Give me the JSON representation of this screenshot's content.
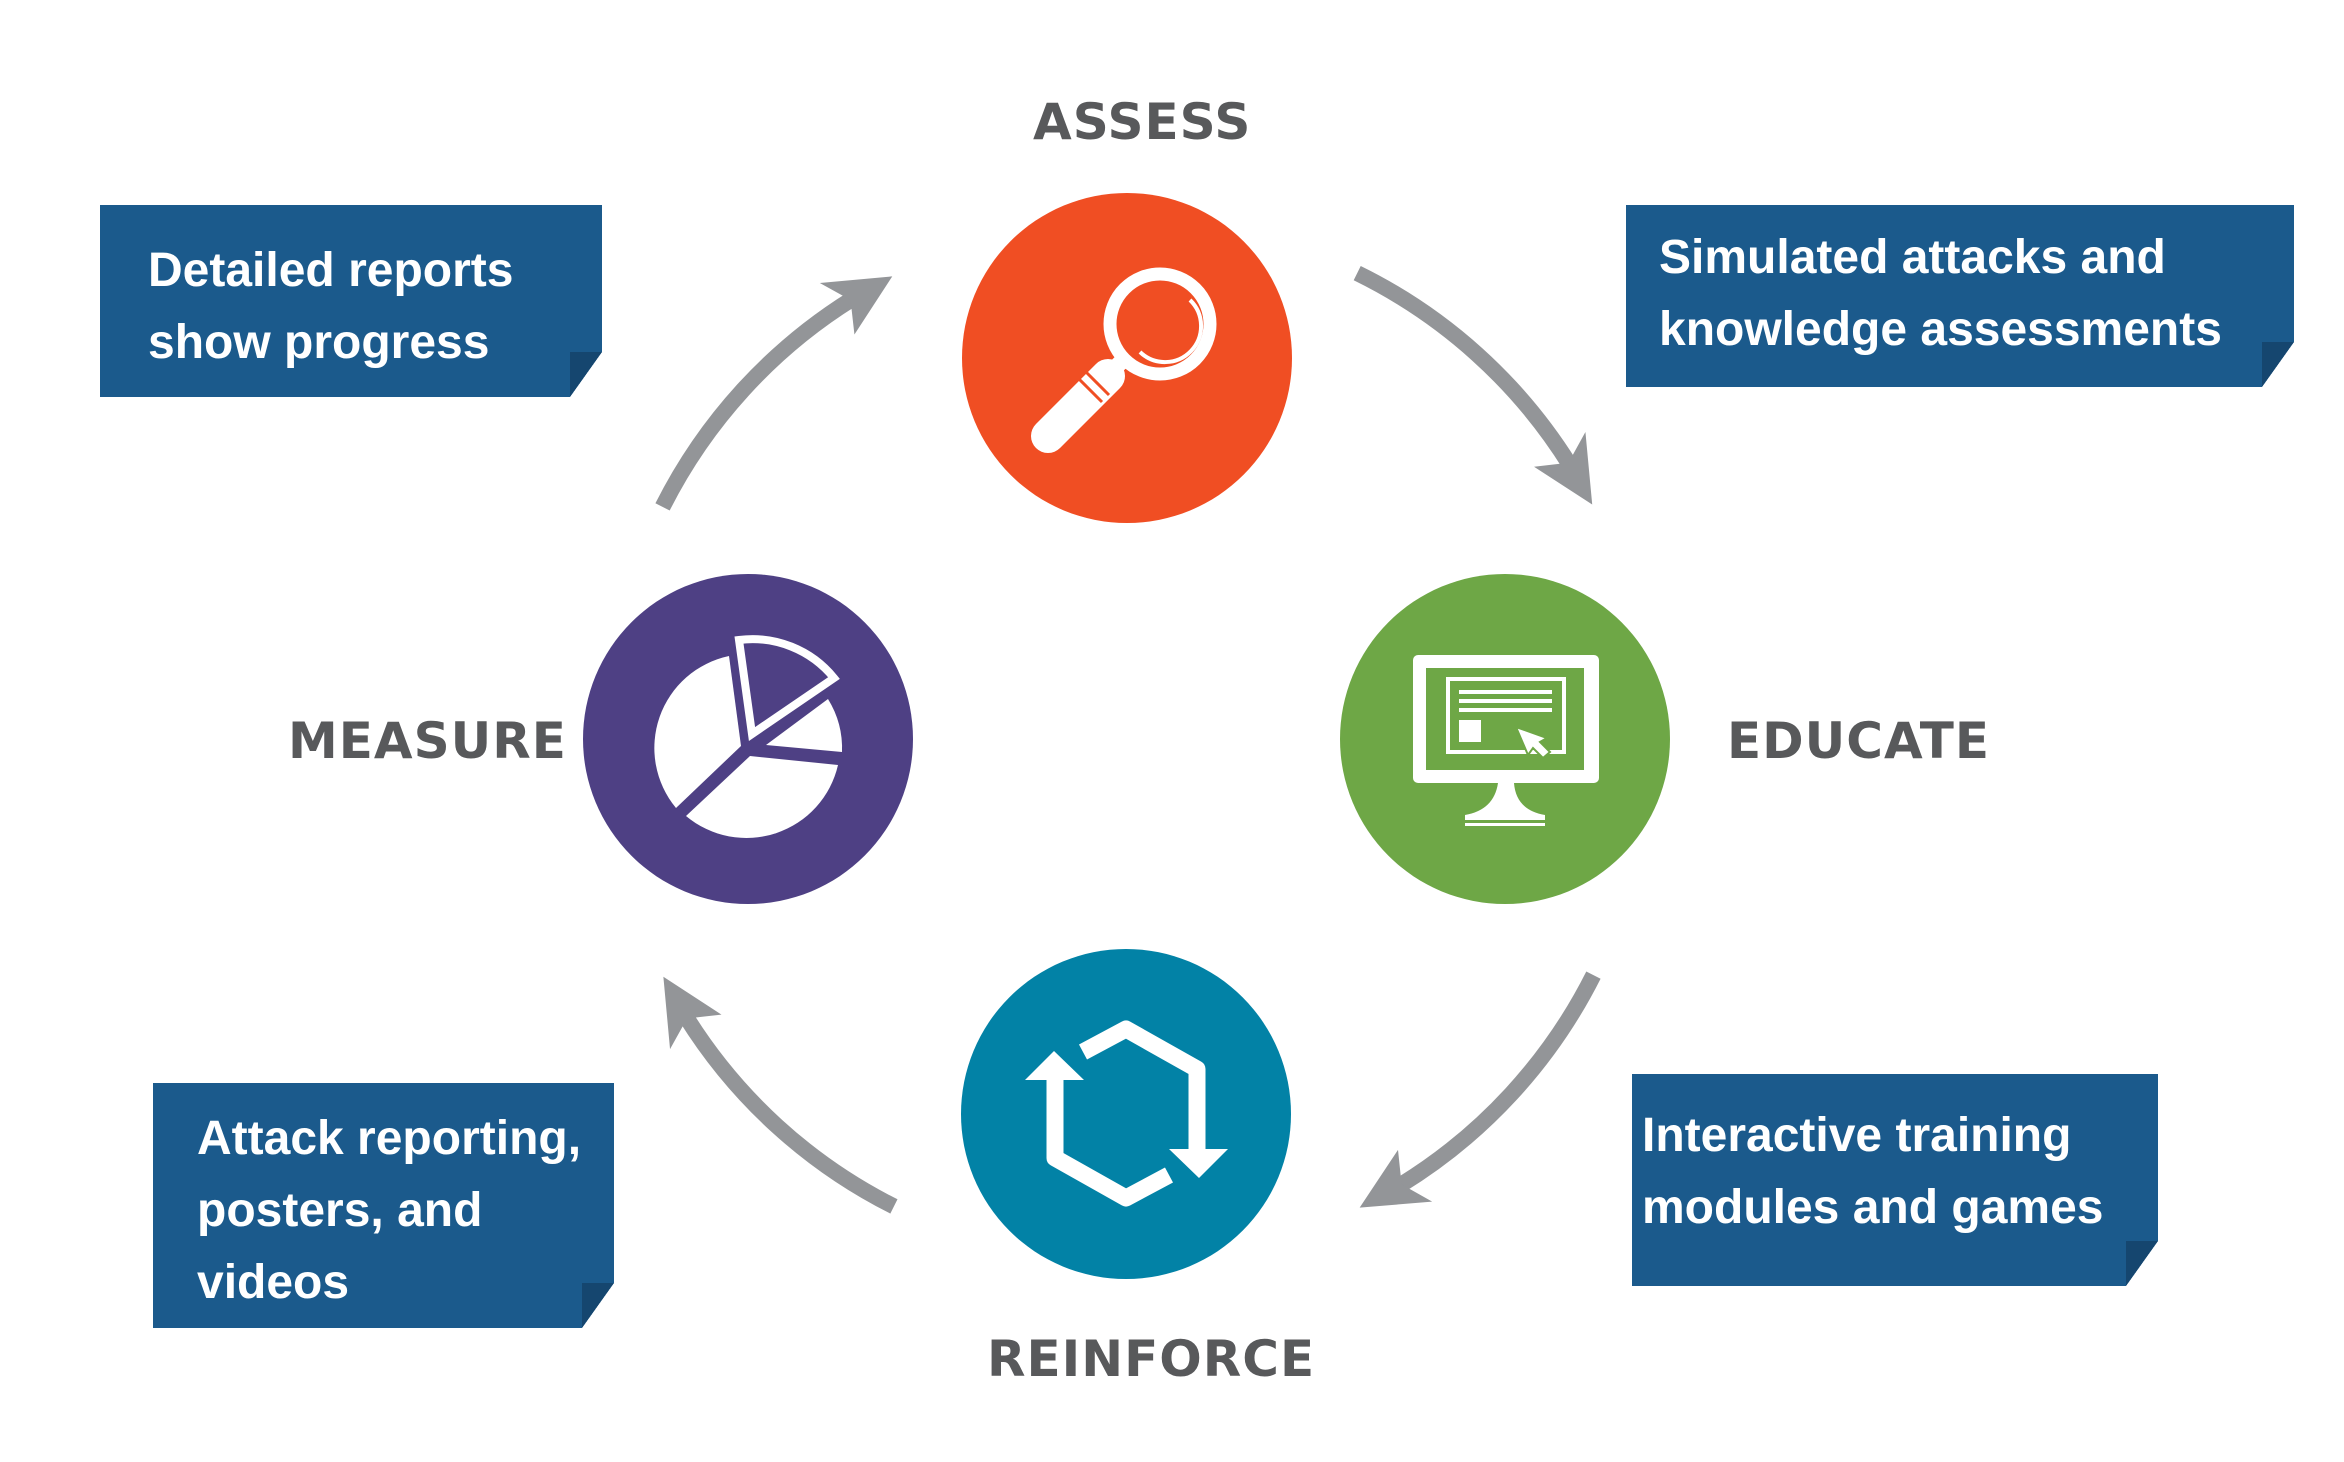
{
  "diagram": {
    "title": "Security awareness training cycle",
    "colors": {
      "assess": "#f04e23",
      "educate": "#6ea746",
      "reinforce": "#0282a6",
      "measure": "#4e4084",
      "arrow": "#939598",
      "label": "#58595b",
      "note_box": "#1b5a8c",
      "note_text": "#ffffff"
    },
    "stages": [
      {
        "id": "assess",
        "label": "ASSESS",
        "icon": "magnifying-glass-icon"
      },
      {
        "id": "educate",
        "label": "EDUCATE",
        "icon": "computer-monitor-icon"
      },
      {
        "id": "reinforce",
        "label": "REINFORCE",
        "icon": "cycle-arrows-icon"
      },
      {
        "id": "measure",
        "label": "MEASURE",
        "icon": "pie-chart-icon"
      }
    ],
    "notes": [
      {
        "id": "measure-note",
        "lines": [
          "Detailed reports",
          "show progress"
        ]
      },
      {
        "id": "assess-note",
        "lines": [
          "Simulated attacks and",
          "knowledge assessments"
        ]
      },
      {
        "id": "reinforce-note",
        "lines": [
          "Attack reporting,",
          "posters, and",
          "videos"
        ]
      },
      {
        "id": "educate-note",
        "lines": [
          "Interactive training",
          "modules and games"
        ]
      }
    ],
    "flow": [
      {
        "from": "measure",
        "to": "assess"
      },
      {
        "from": "assess",
        "to": "educate"
      },
      {
        "from": "educate",
        "to": "reinforce"
      },
      {
        "from": "reinforce",
        "to": "measure"
      }
    ]
  }
}
